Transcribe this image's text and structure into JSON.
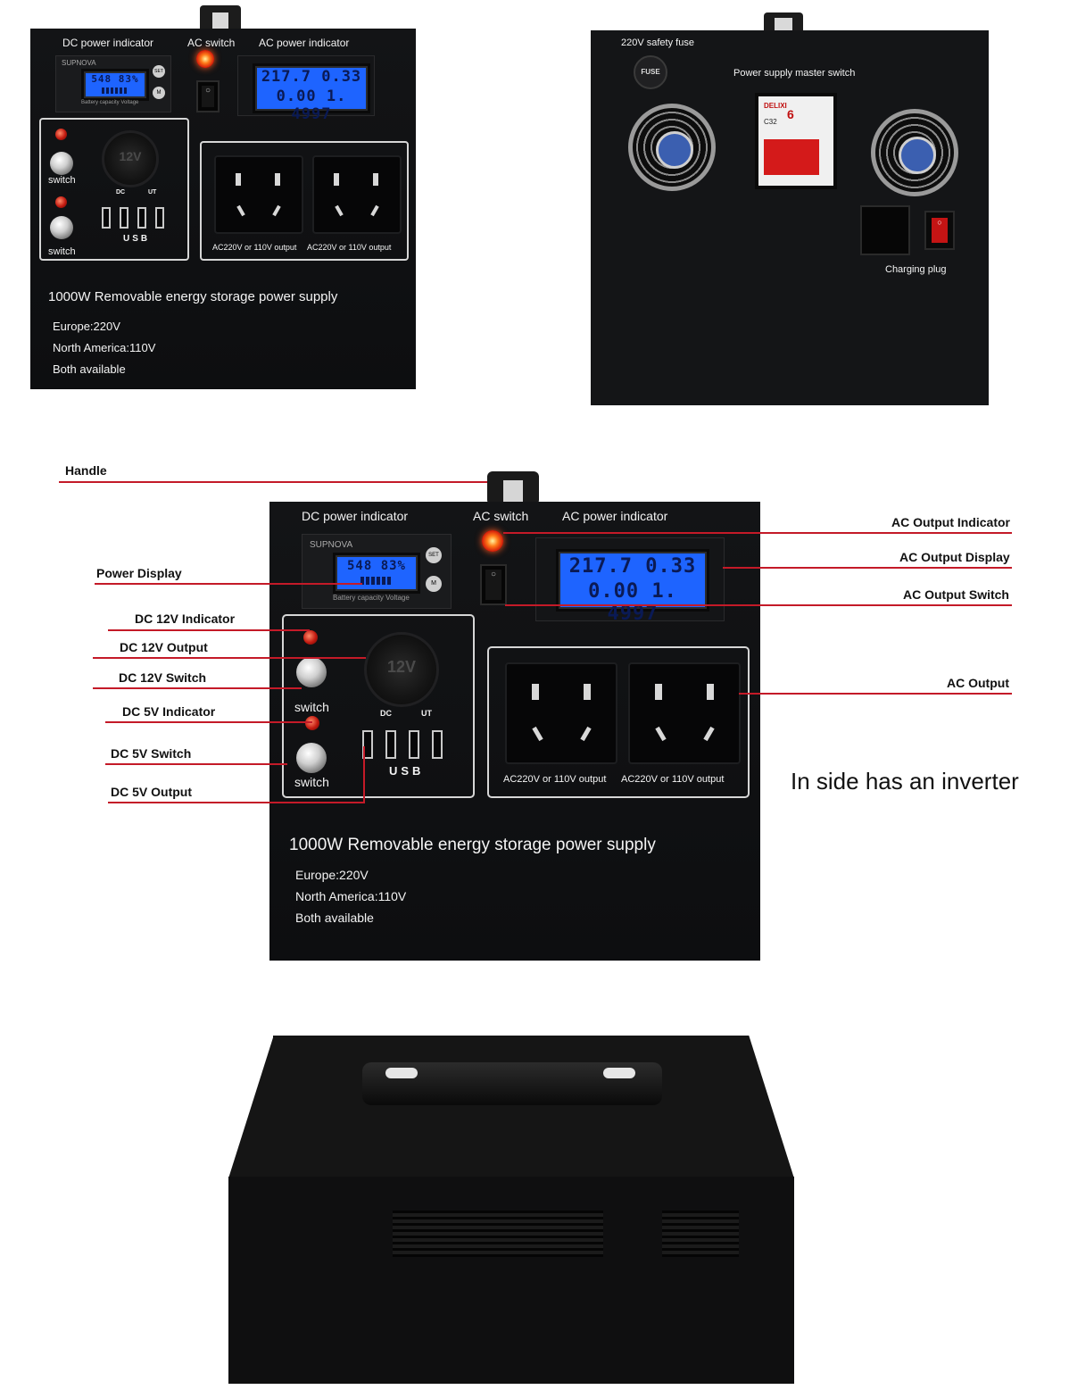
{
  "top_left_panel": {
    "dc_power_indicator": "DC power indicator",
    "ac_switch": "AC switch",
    "ac_power_indicator": "AC power indicator",
    "brand": "SUPNOVA",
    "dc_lcd": {
      "line1": "548  83%",
      "caption": "Battery capacity Voltage",
      "set": "SET",
      "m": "M"
    },
    "ac_lcd": {
      "line1": "217.7  0.33",
      "line2": "0.00 1. 4997"
    },
    "rocker_symbols": {
      "on": "○",
      "off": "|"
    },
    "switch_label_1": "switch",
    "switch_label_2": "switch",
    "dc": "DC",
    "ut": "UT",
    "usb": "USB",
    "cig_label": "12V",
    "outlet_label_1": "AC220V or 110V output",
    "outlet_label_2": "AC220V or 110V output",
    "title": "1000W Removable energy storage power supply",
    "spec_1": "Europe:220V",
    "spec_2": "North America:110V",
    "spec_3": "Both available"
  },
  "top_right_panel": {
    "fuse_label": "220V safety fuse",
    "fuse_button": "FUSE",
    "master_switch_label": "Power supply master switch",
    "breaker_brand": "DELIXI",
    "breaker_rating": "C32",
    "breaker_number": "6",
    "charging_plug_label": "Charging plug",
    "rocker_symbol": "○"
  },
  "callouts": {
    "left": [
      "Handle",
      "Power Display",
      "DC 12V Indicator",
      "DC 12V Output",
      "DC 12V Switch",
      "DC 5V Indicator",
      "DC 5V Switch",
      "DC 5V Output"
    ],
    "right": [
      "AC Output Indicator",
      "AC Output Display",
      "AC Output Switch",
      "AC Output"
    ],
    "inverter_note": "In side has an inverter"
  },
  "colors": {
    "panel": "#111214",
    "lcd_blue": "#1e64ff",
    "callout_line": "#c41a28",
    "label_white": "#f2f2f2"
  }
}
